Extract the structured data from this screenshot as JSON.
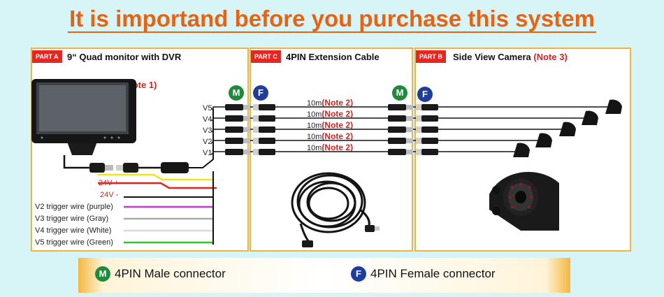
{
  "title": "It is importand before you purchase this system",
  "panel_a": {
    "tag": "PART A",
    "title": "9“ Quad monitor with DVR",
    "note": "(Note 1)",
    "channels": [
      "V5",
      "V4",
      "V3",
      "V2",
      "V1"
    ],
    "power_pos": "24V +",
    "power_neg": "24V -",
    "triggers": [
      "V2 trigger wire (purple)",
      "V3 trigger wire (Gray)",
      "V4 trigger wire (White)",
      "V5 trigger wire (Green)"
    ]
  },
  "panel_c": {
    "tag": "PART C",
    "title": "4PIN Extension Cable",
    "lengths": [
      "10m",
      "10m",
      "10m",
      "10m",
      "10m"
    ],
    "note": "(Note 2)"
  },
  "panel_b": {
    "tag": "PART B",
    "title": "Side View Camera",
    "note": "(Note 3)"
  },
  "connectors": {
    "male_letter": "M",
    "female_letter": "F"
  },
  "legend": {
    "male_letter": "M",
    "male_label": "4PIN Male connector",
    "female_letter": "F",
    "female_label": "4PIN Female connector"
  },
  "colors": {
    "title": "#e9620f",
    "tag": "#e52621",
    "note": "#d51f1f",
    "male": "#1f8a3b",
    "female": "#1e3d9c",
    "panel_border": "#f2b33d",
    "wire_red": "#e0241d",
    "wire_yellow": "#f1e21b",
    "wire_purple": "#c63ad1",
    "wire_gray": "#a9a9a9",
    "wire_white": "#d9d9d9",
    "wire_green": "#33c12b"
  }
}
